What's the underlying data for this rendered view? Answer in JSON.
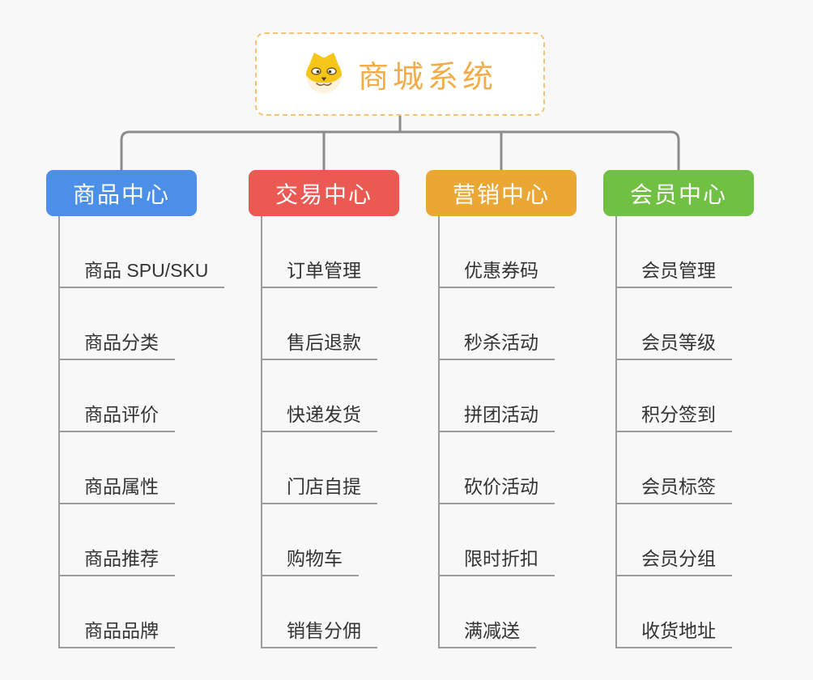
{
  "root": {
    "label": "商城系统",
    "icon": "dog-face-icon"
  },
  "branches": [
    {
      "label": "商品中心",
      "color": "#4b8fe8",
      "children": [
        "商品 SPU/SKU",
        "商品分类",
        "商品评价",
        "商品属性",
        "商品推荐",
        "商品品牌"
      ]
    },
    {
      "label": "交易中心",
      "color": "#ea5a52",
      "children": [
        "订单管理",
        "售后退款",
        "快递发货",
        "门店自提",
        "购物车",
        "销售分佣"
      ]
    },
    {
      "label": "营销中心",
      "color": "#eba733",
      "children": [
        "优惠券码",
        "秒杀活动",
        "拼团活动",
        "砍价活动",
        "限时折扣",
        "满减送"
      ]
    },
    {
      "label": "会员中心",
      "color": "#6fc043",
      "children": [
        "会员管理",
        "会员等级",
        "积分签到",
        "会员标签",
        "会员分组",
        "收货地址"
      ]
    }
  ],
  "colors": {
    "bg": "#f8f8f8",
    "connector": "#8c8c8c",
    "leaf_line": "#9c9c9c",
    "leaf_text": "#333333",
    "root_text": "#f0ad4a",
    "root_border": "#f7c277",
    "node_text": "#ffffff"
  }
}
